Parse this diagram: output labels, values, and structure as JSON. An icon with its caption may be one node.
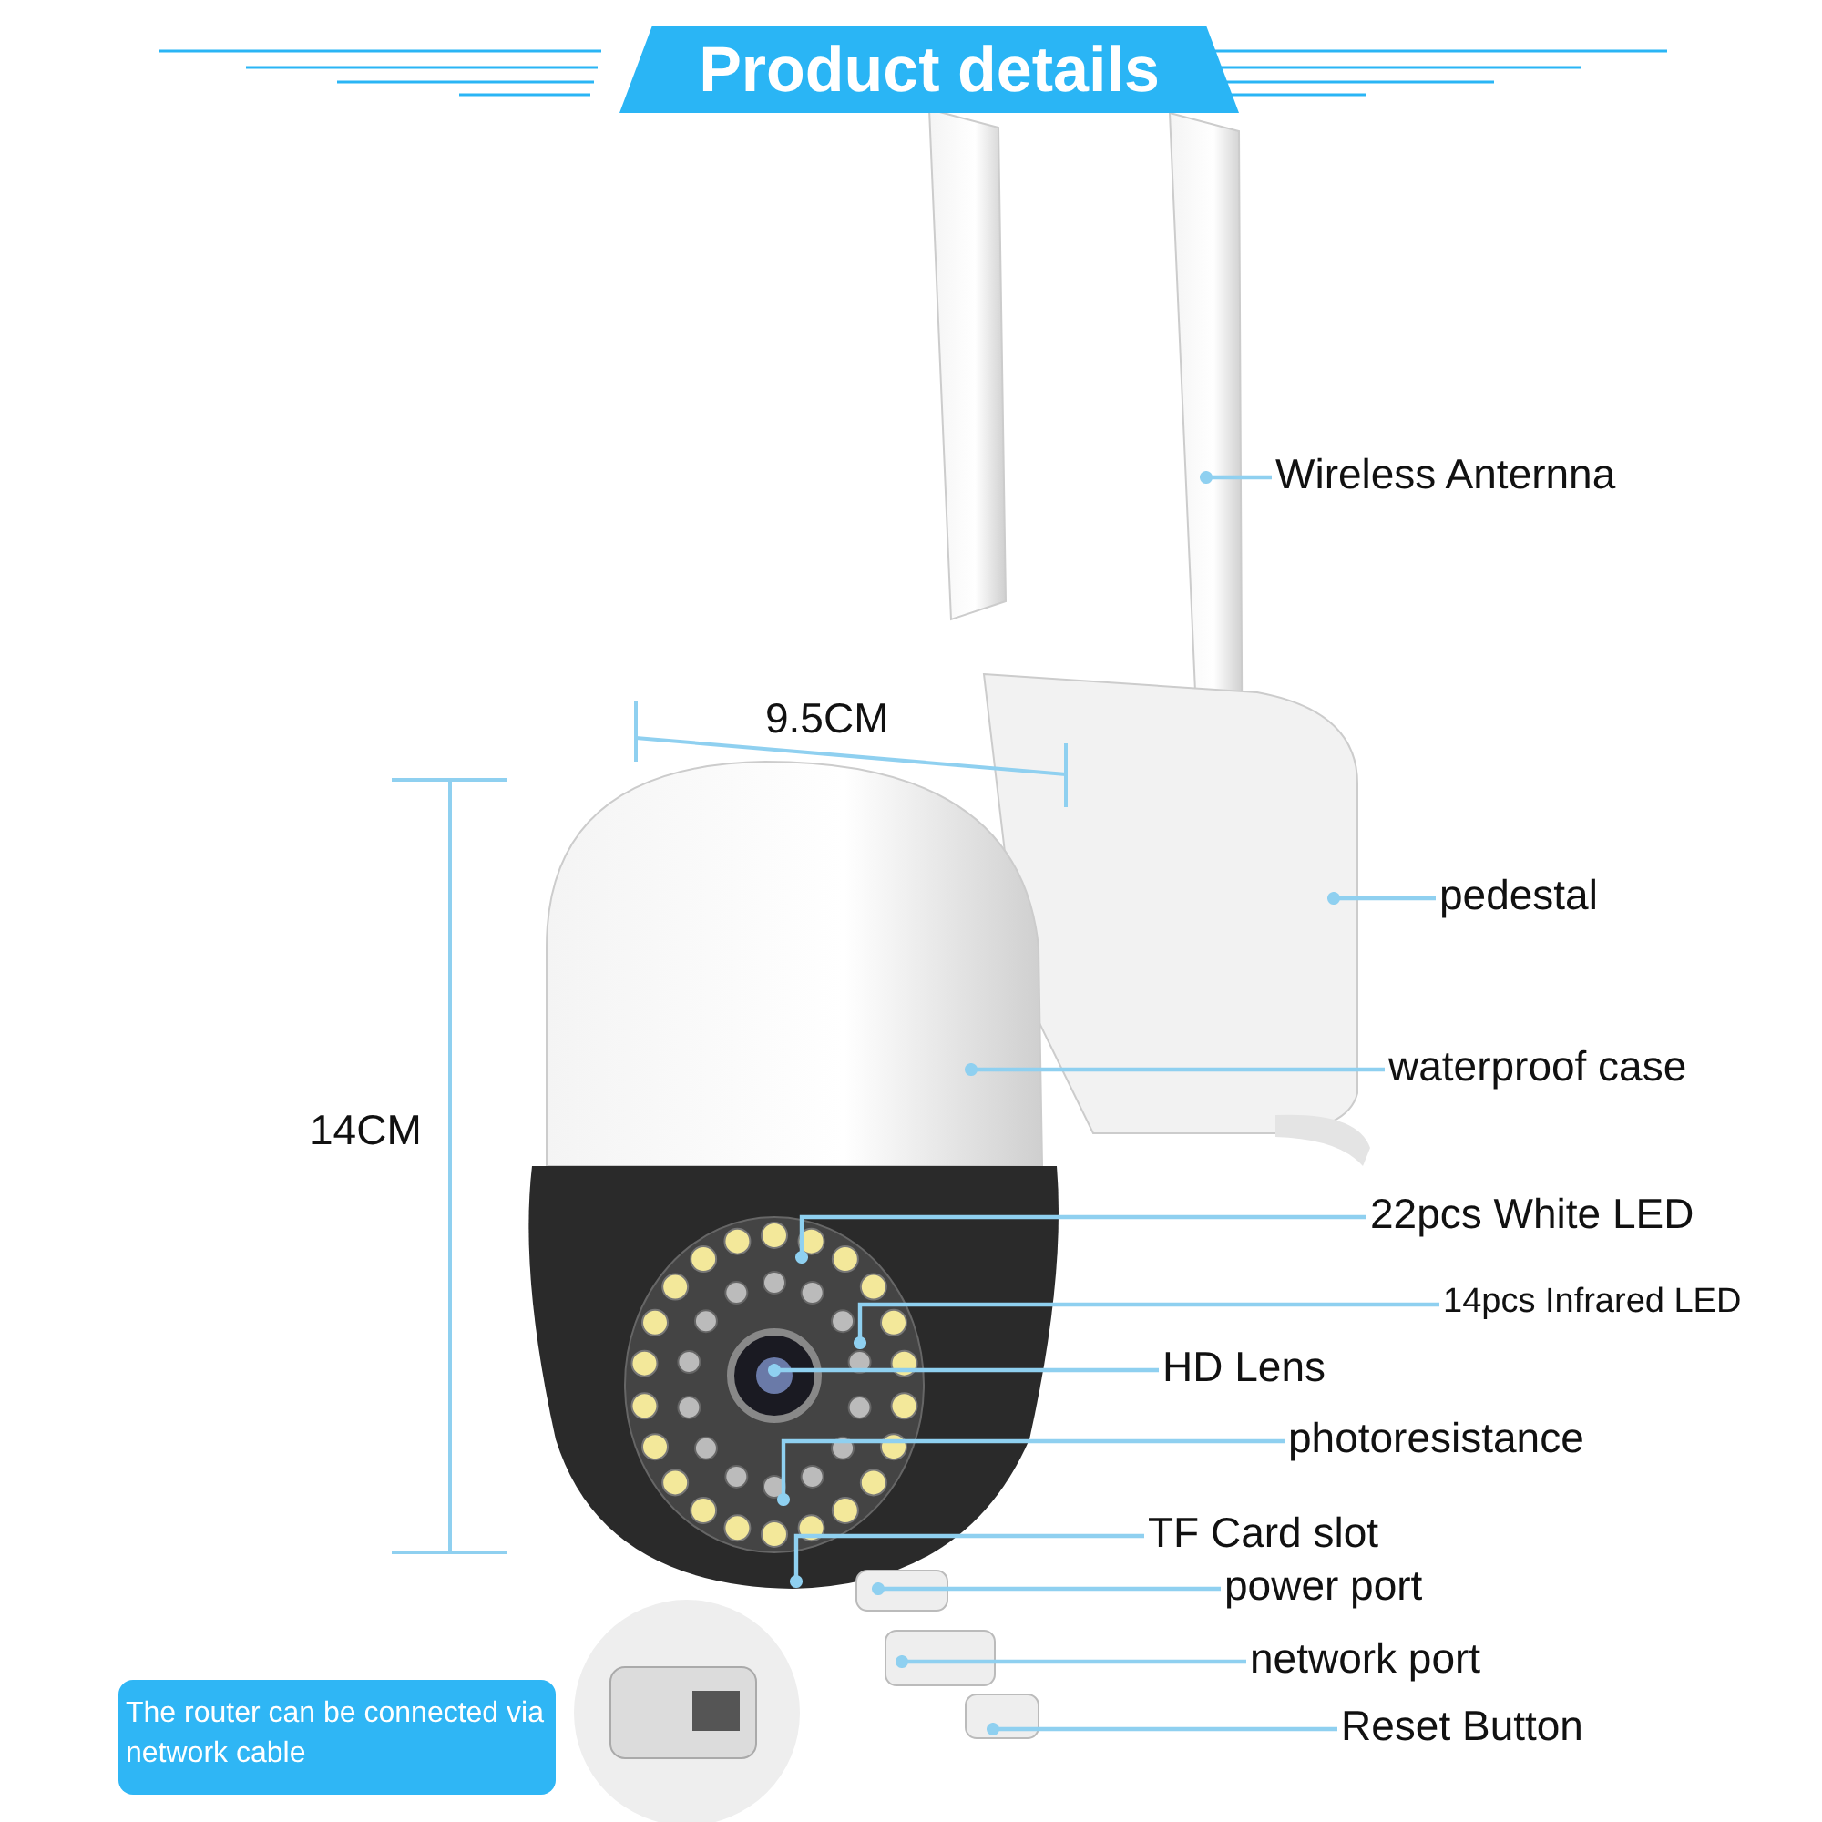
{
  "diagram": {
    "title": "Product details",
    "nodes": [
      {
        "text": [
          "Wireless Anternna"
        ]
      },
      {
        "text": [
          "pedestal"
        ]
      },
      {
        "text": [
          "waterproof case"
        ]
      },
      {
        "text": [
          "22pcs White LED"
        ]
      },
      {
        "text": [
          "14pcs Infrared LED"
        ]
      },
      {
        "text": [
          "HD Lens"
        ]
      },
      {
        "text": [
          "photoresistance"
        ]
      },
      {
        "text": [
          "TF Card slot"
        ]
      },
      {
        "text": [
          "power port"
        ]
      },
      {
        "text": [
          "network port"
        ]
      },
      {
        "text": [
          "Reset Button"
        ]
      },
      {
        "text": [
          "The router can be connected via network cable"
        ]
      }
    ],
    "edges": [
      {
        "from": 0,
        "to": null,
        "arrow": "other"
      },
      {
        "from": 1,
        "to": null,
        "arrow": "other"
      },
      {
        "from": 2,
        "to": null,
        "arrow": "other"
      },
      {
        "from": 3,
        "to": null,
        "arrow": "other"
      },
      {
        "from": 4,
        "to": null,
        "arrow": "other"
      },
      {
        "from": 5,
        "to": null,
        "arrow": "other"
      },
      {
        "from": 6,
        "to": null,
        "arrow": "other"
      },
      {
        "from": 7,
        "to": null,
        "arrow": "other"
      },
      {
        "from": 8,
        "to": null,
        "arrow": "other"
      },
      {
        "from": 9,
        "to": null,
        "arrow": "other"
      },
      {
        "from": 10,
        "to": null,
        "arrow": "other"
      }
    ],
    "labels": [
      "9.5CM",
      "14CM"
    ]
  }
}
